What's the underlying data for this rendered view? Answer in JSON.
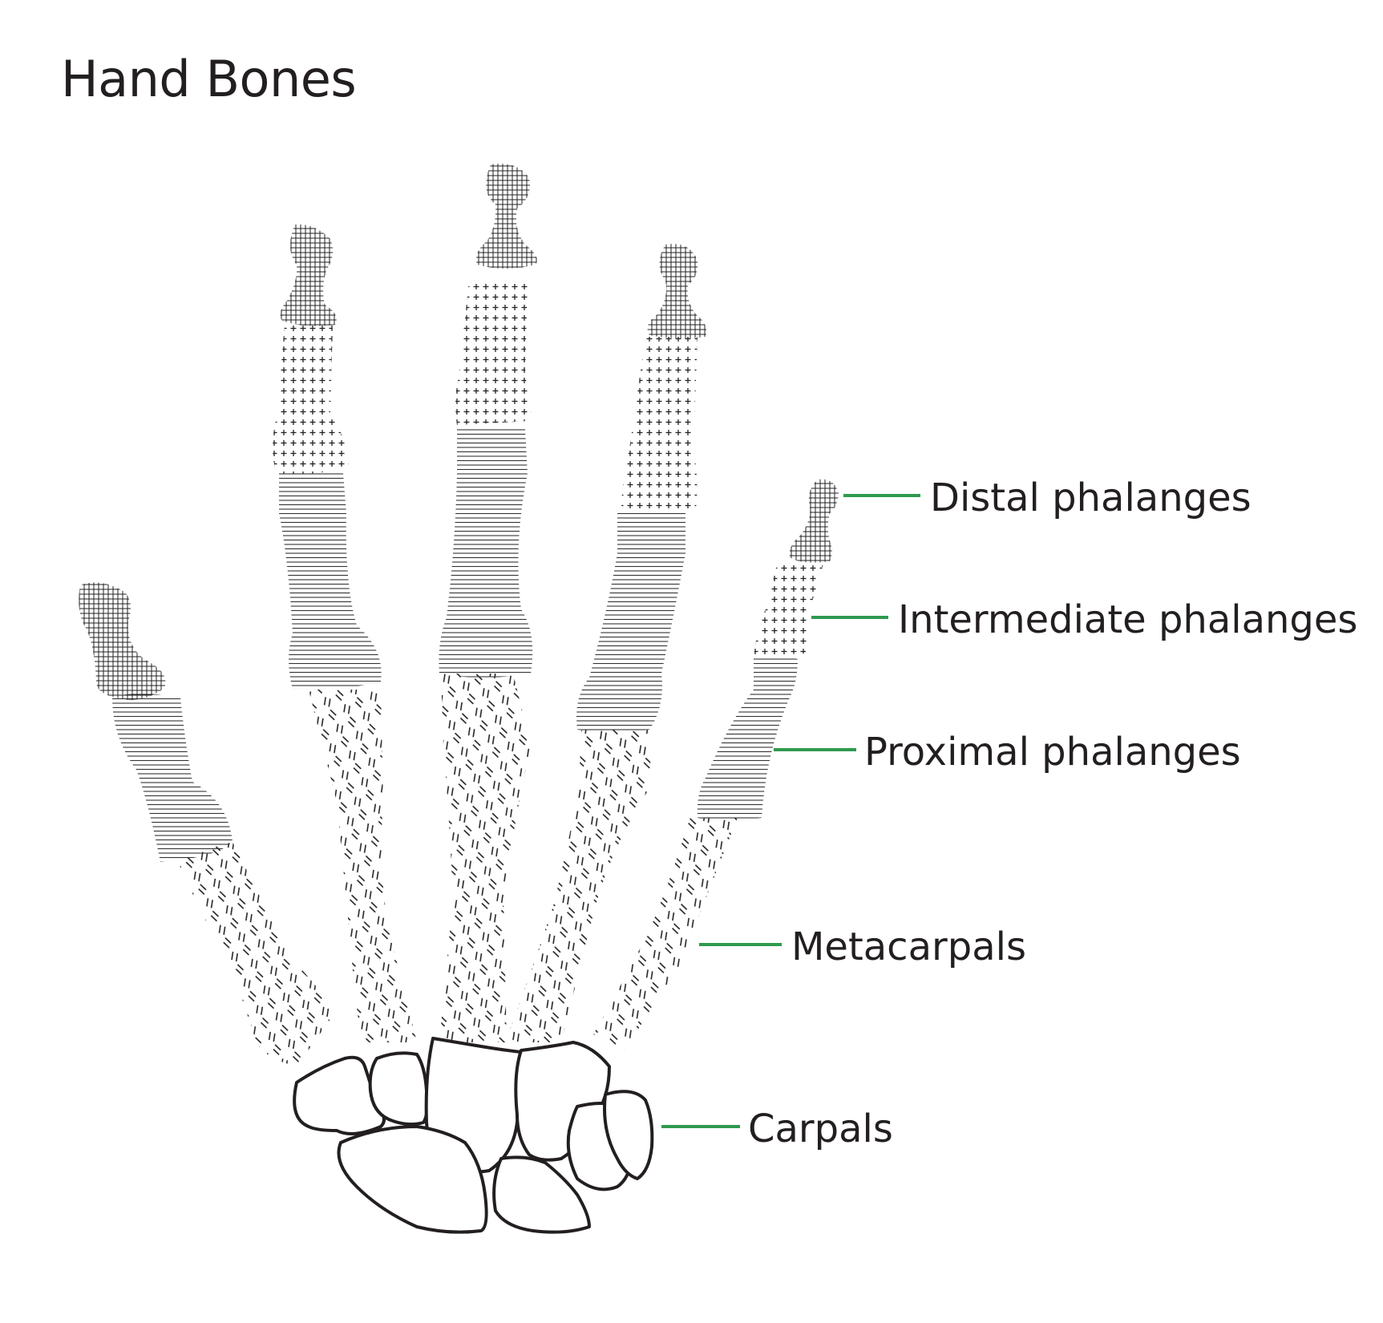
{
  "title": "Hand Bones",
  "labels": [
    {
      "id": "distal",
      "text": "Distal phalanges"
    },
    {
      "id": "intermediate",
      "text": "Intermediate phalanges"
    },
    {
      "id": "proximal",
      "text": "Proximal phalanges"
    },
    {
      "id": "metacarpals",
      "text": "Metacarpals"
    },
    {
      "id": "carpals",
      "text": "Carpals"
    }
  ],
  "colors": {
    "leader": "#2f9a4f",
    "ink": "#231f20"
  }
}
